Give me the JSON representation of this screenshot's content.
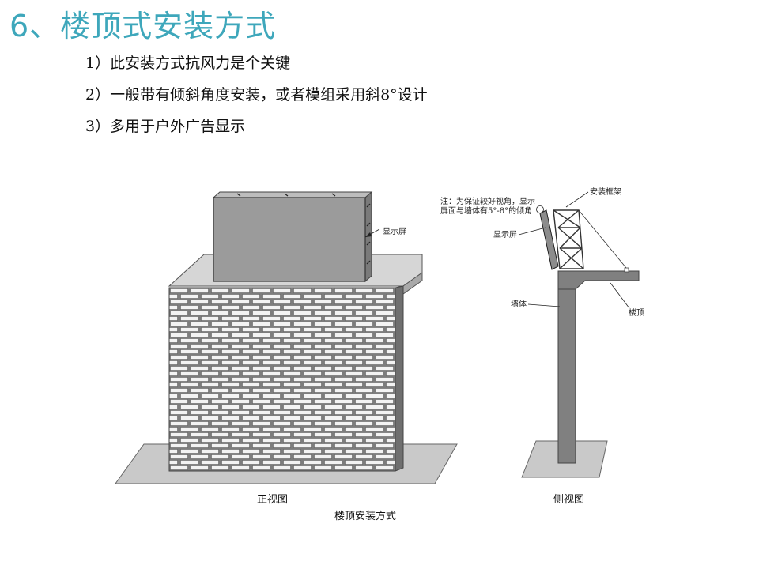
{
  "slide": {
    "title": "6、楼顶式安装方式",
    "bullets": [
      "1）此安装方式抗风力是个关键",
      "2）一般带有倾斜角度安装，或者模组采用斜8°设计",
      "3）多用于户外广告显示"
    ]
  },
  "diagram": {
    "front_label_screen": "显示屏",
    "front_caption": "正视图",
    "side_caption": "侧视图",
    "figure_caption": "楼顶安装方式",
    "side_note_line1": "注：为保证较好视角，显示",
    "side_note_line2": "屏面与墙体有5°-8°的倾角",
    "side_label_frame": "安装框架",
    "side_label_screen": "显示屏",
    "side_label_wall": "墙体",
    "side_label_roof": "楼顶"
  },
  "colors": {
    "title": "#3ea7bb",
    "wall_fill": "#8a8a8a",
    "brick_fill": "#f2f2f2",
    "screen_fill": "#9b9b9b",
    "ground_fill": "#c9c9c9",
    "roof_fill": "#d4d4d4",
    "side_wall_fill": "#7f7f7f"
  }
}
